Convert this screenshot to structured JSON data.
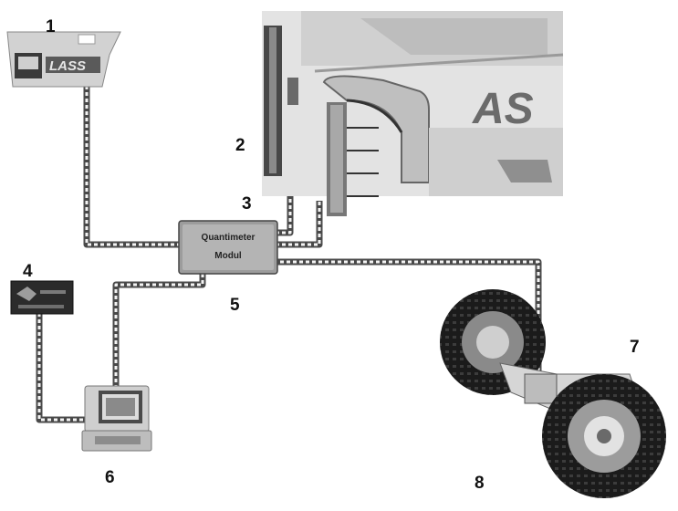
{
  "diagram": {
    "labels": {
      "n1": "1",
      "n2": "2",
      "n3": "3",
      "n4": "4",
      "n5": "5",
      "n6": "6",
      "n7": "7",
      "n8": "8"
    },
    "module_text": {
      "line1": "Quantimeter",
      "line2": "Modul"
    },
    "cab_brand": "LASS",
    "harvester_brand": "AS",
    "colors": {
      "cable": "#4a4a4a",
      "cable_light": "#f4f4f4",
      "machine": "#d8d8d8",
      "dark": "#2a2a2a",
      "tire": "#1a1a1a"
    }
  }
}
